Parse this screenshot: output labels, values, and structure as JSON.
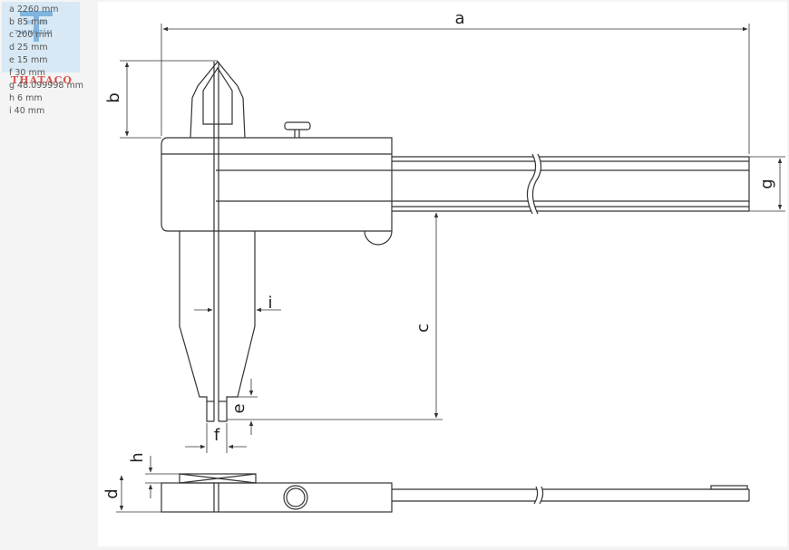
{
  "logo": {
    "brand": "THATACO",
    "sub": "THANH TÂM"
  },
  "specs": [
    "a 2260 mm",
    "b 85 mm",
    "c 200 mm",
    "d 25 mm",
    "e 15 mm",
    "f 30 mm",
    "g 48.099998 mm",
    "h 6 mm",
    "i  40 mm"
  ],
  "labels": {
    "a": "a",
    "b": "b",
    "c": "c",
    "d": "d",
    "e": "e",
    "f": "f",
    "g": "g",
    "h": "h",
    "i": "i"
  },
  "colors": {
    "line": "#333333",
    "background": "#ffffff",
    "page": "#f4f4f4"
  }
}
